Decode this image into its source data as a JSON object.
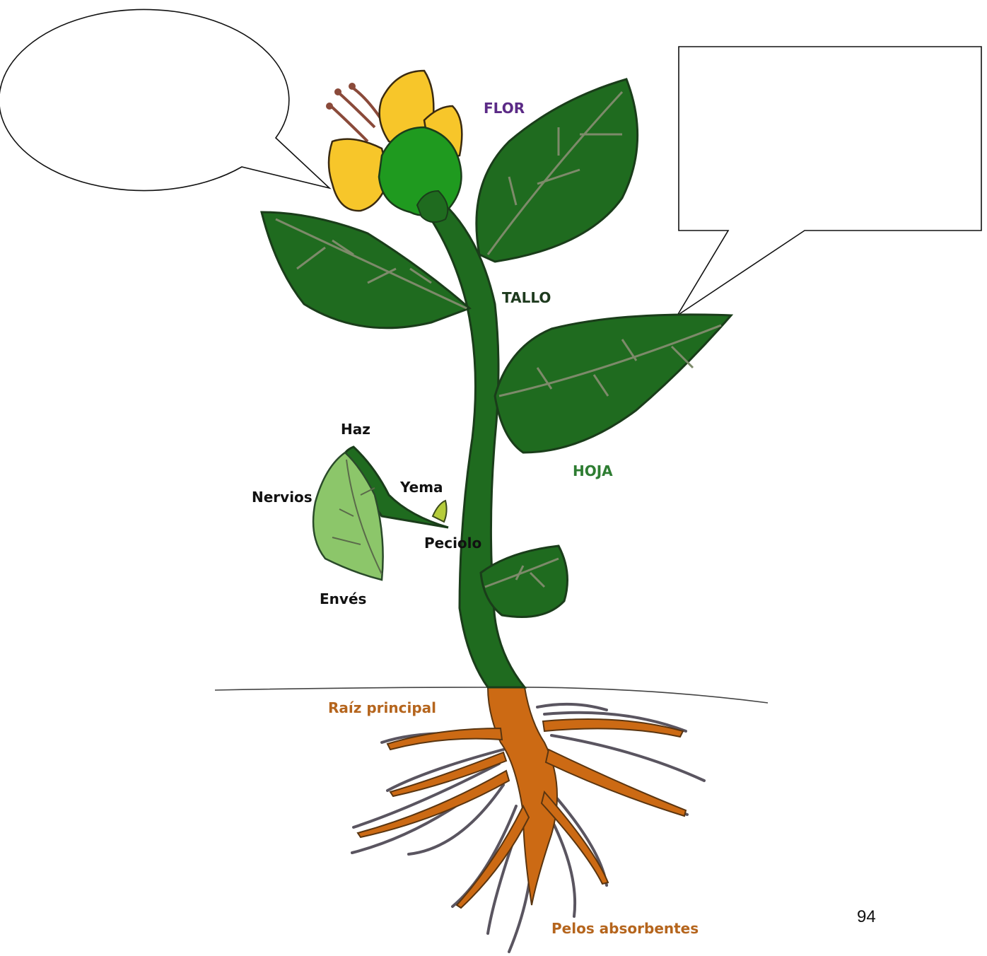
{
  "labels": {
    "flor": "FLOR",
    "tallo": "TALLO",
    "hoja": "HOJA",
    "haz": "Haz",
    "nervios": "Nervios",
    "yema": "Yema",
    "peciolo": "Peciolo",
    "enves": "Envés",
    "raiz_principal": "Raíz principal",
    "pelos_absorbentes": "Pelos absorbentes"
  },
  "page_number": "94",
  "colors": {
    "stem": "#1f6b1f",
    "leaf": "#1f6b1f",
    "leaf_light": "#8cc66a",
    "petal": "#f7c62a",
    "root": "#cc6a14",
    "flor_label": "#5b2a86",
    "hoja_label": "#2e7d32",
    "root_label": "#b5651d"
  }
}
